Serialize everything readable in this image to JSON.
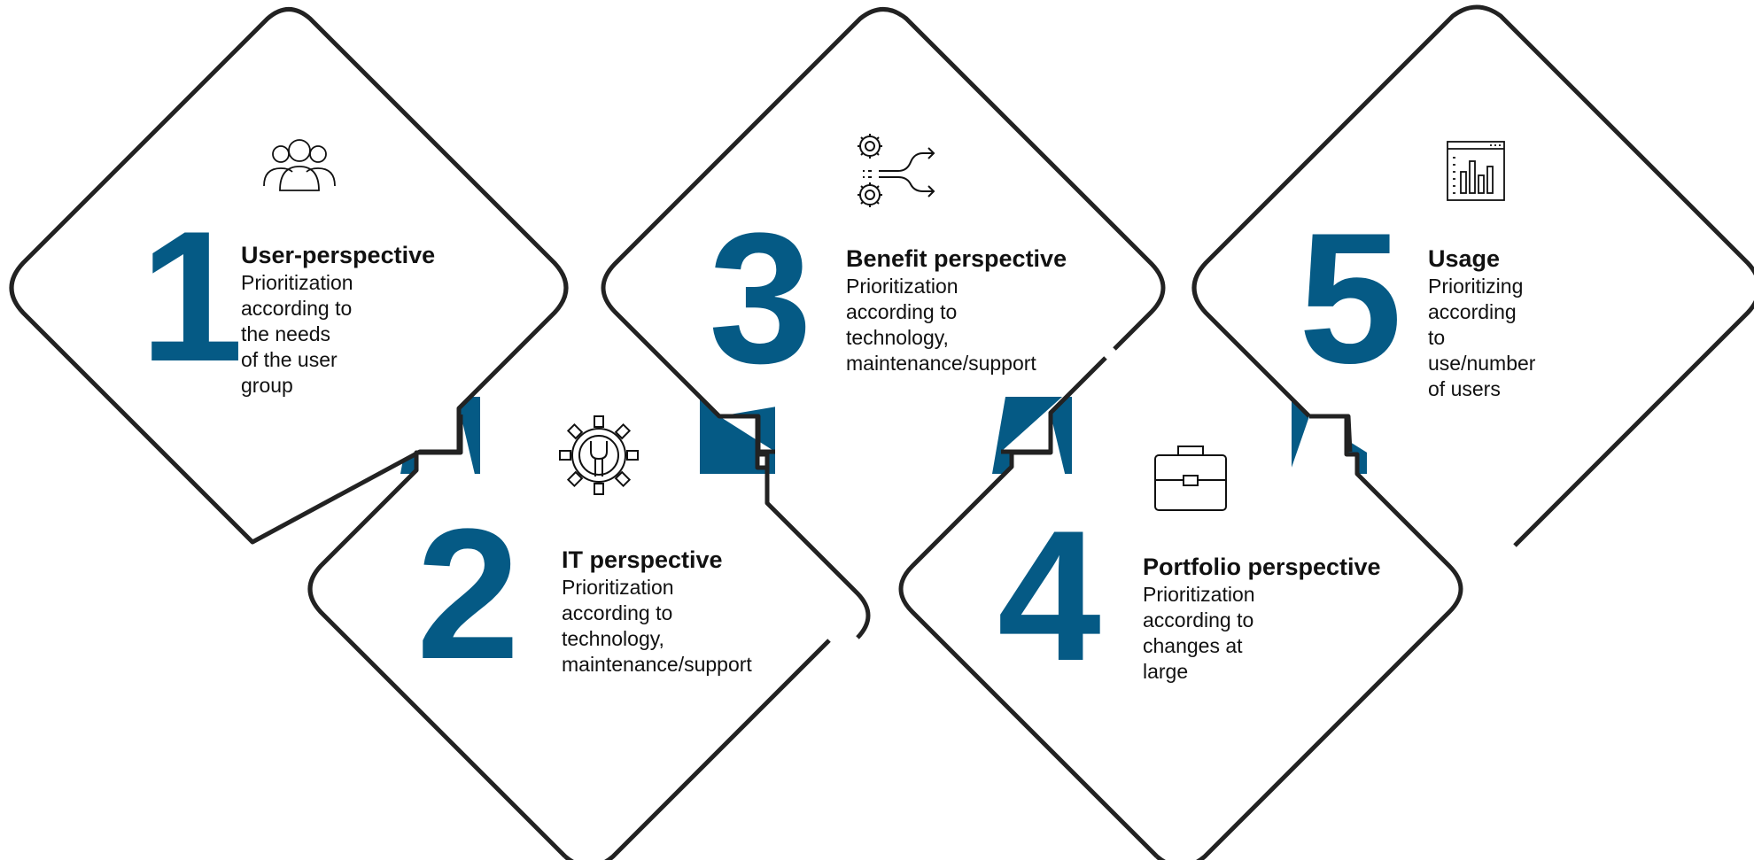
{
  "colors": {
    "accent": "#055a85",
    "outline": "#222222",
    "text": "#111111"
  },
  "items": [
    {
      "number": "1",
      "title": "User-perspective",
      "desc_lines": [
        "Prioritization according to",
        "the needs of the user",
        "group"
      ],
      "icon": "users-icon"
    },
    {
      "number": "2",
      "title": "IT perspective",
      "desc_lines": [
        "Prioritization according to",
        "technology,",
        "maintenance/support"
      ],
      "icon": "gear-wrench-icon"
    },
    {
      "number": "3",
      "title": "Benefit perspective",
      "desc_lines": [
        "Prioritization according to",
        "technology,",
        "maintenance/support"
      ],
      "icon": "gears-arrows-icon"
    },
    {
      "number": "4",
      "title": "Portfolio perspective",
      "desc_lines": [
        "Prioritization according to",
        "changes at large"
      ],
      "icon": "briefcase-icon"
    },
    {
      "number": "5",
      "title": "Usage",
      "desc_lines": [
        "Prioritizing according to",
        "use/number of users"
      ],
      "icon": "bar-chart-icon"
    }
  ]
}
